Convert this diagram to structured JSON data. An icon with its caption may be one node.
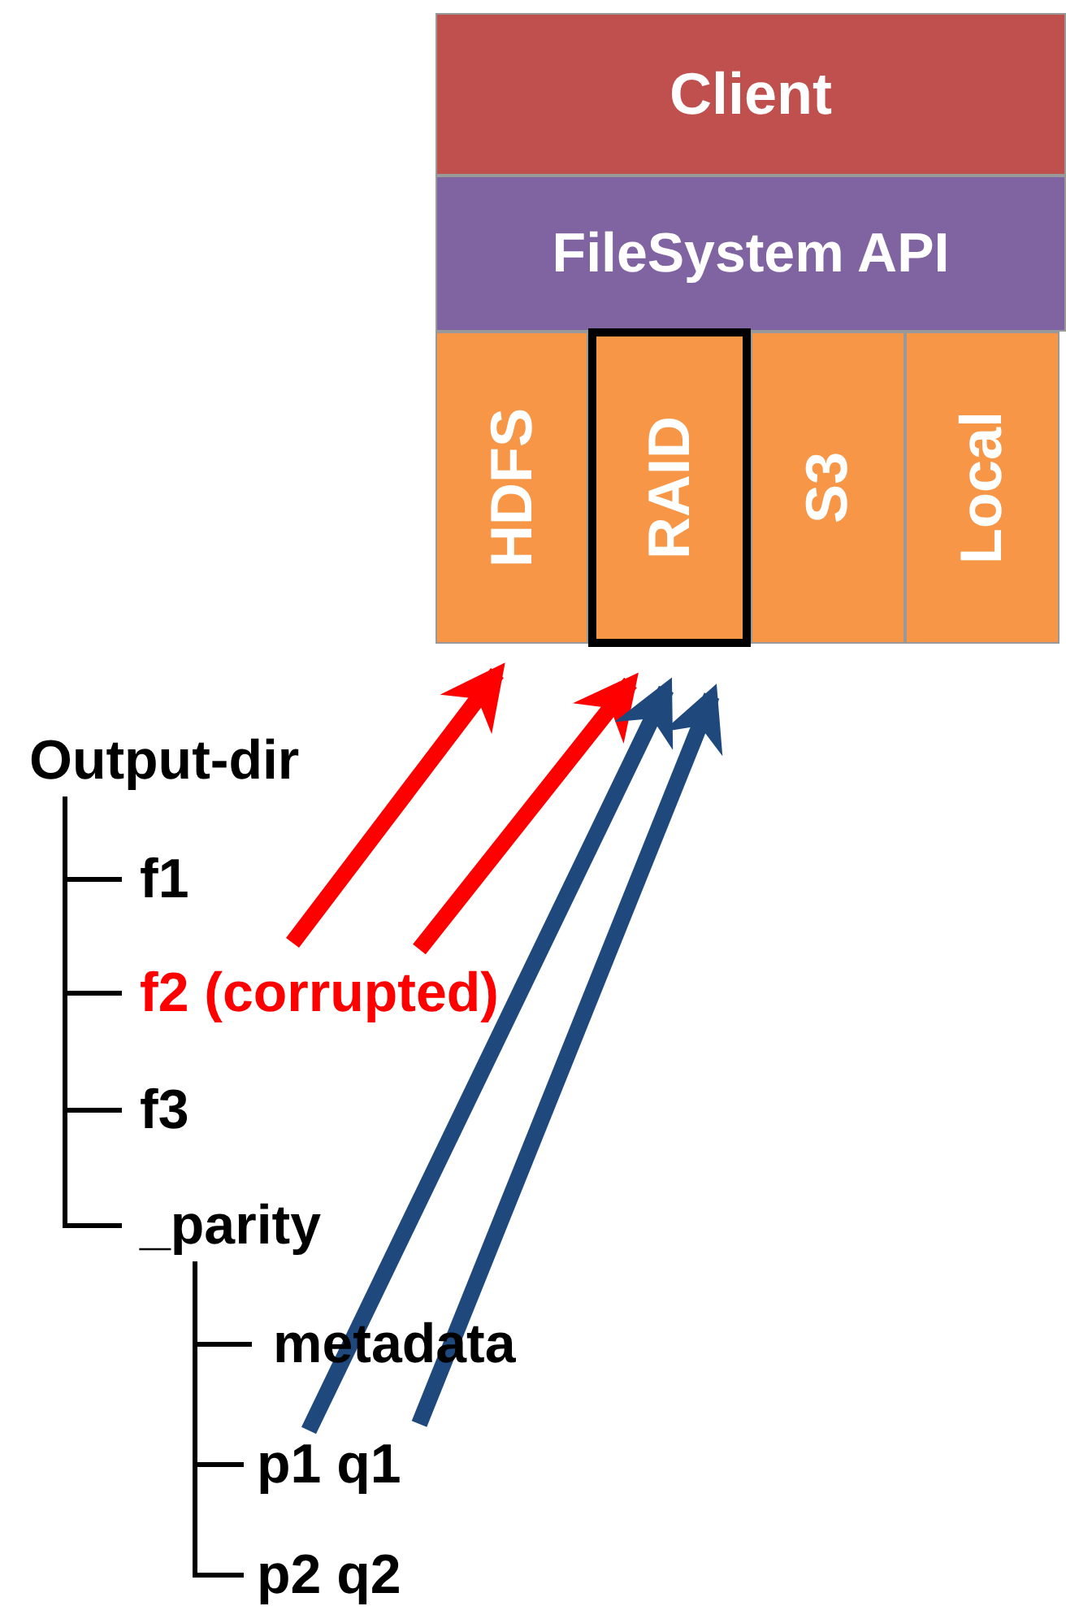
{
  "diagram": {
    "nodes": [
      {
        "text": [
          "Client"
        ]
      },
      {
        "text": [
          "FileSystem API"
        ]
      },
      {
        "text": [
          "HDFS"
        ]
      },
      {
        "text": [
          "RAID"
        ]
      },
      {
        "text": [
          "S3"
        ]
      },
      {
        "text": [
          "Local"
        ]
      },
      {
        "text": [
          "Output-dir"
        ]
      },
      {
        "text": [
          "f1"
        ]
      },
      {
        "text": [
          "f2 (corrupted)"
        ]
      },
      {
        "text": [
          "f3"
        ]
      },
      {
        "text": [
          "_parity"
        ]
      },
      {
        "text": [
          "metadata"
        ]
      },
      {
        "text": [
          "p1 q1"
        ]
      },
      {
        "text": [
          "p2 q2"
        ]
      }
    ],
    "edges": [
      {
        "from": 6,
        "to": 7,
        "arrow": "none"
      },
      {
        "from": 6,
        "to": 8,
        "arrow": "none"
      },
      {
        "from": 6,
        "to": 9,
        "arrow": "none"
      },
      {
        "from": 6,
        "to": 10,
        "arrow": "none"
      },
      {
        "from": 10,
        "to": 11,
        "arrow": "none"
      },
      {
        "from": 10,
        "to": 12,
        "arrow": "none"
      },
      {
        "from": 10,
        "to": 13,
        "arrow": "none"
      },
      {
        "from": 8,
        "to": 2,
        "arrow": "to",
        "style": "thick",
        "color": "#ff0000"
      },
      {
        "from": 8,
        "to": 3,
        "arrow": "to",
        "style": "thick",
        "color": "#ff0000"
      },
      {
        "from": 12,
        "to": 3,
        "arrow": "to",
        "style": "thick",
        "color": "#1f497d"
      },
      {
        "from": 12,
        "to": 3,
        "arrow": "to",
        "style": "thick",
        "color": "#1f497d"
      }
    ]
  }
}
